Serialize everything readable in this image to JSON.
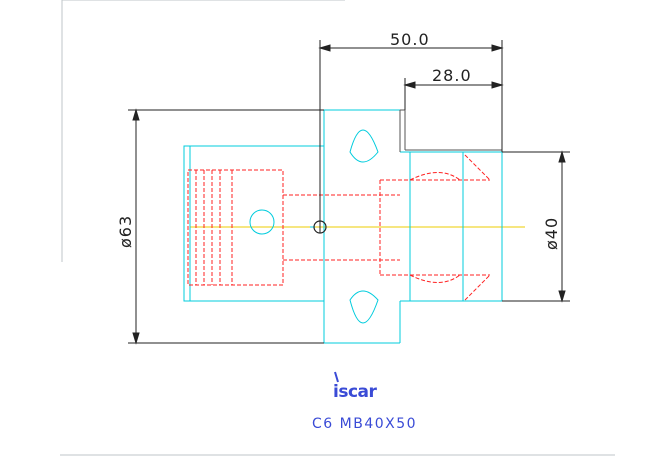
{
  "dimensions": {
    "overall_length": "50.0",
    "pilot_length": "28.0",
    "outer_diameter": "ø63",
    "pilot_diameter": "ø40"
  },
  "brand": {
    "logo_text": "iscar",
    "part_code": "C6  MB40X50"
  },
  "colors": {
    "outline": "#00ccdd",
    "hidden": "#ff2222",
    "dimension": "#222222",
    "centerline": "#eecc00",
    "brand": "#3a4bd6"
  }
}
